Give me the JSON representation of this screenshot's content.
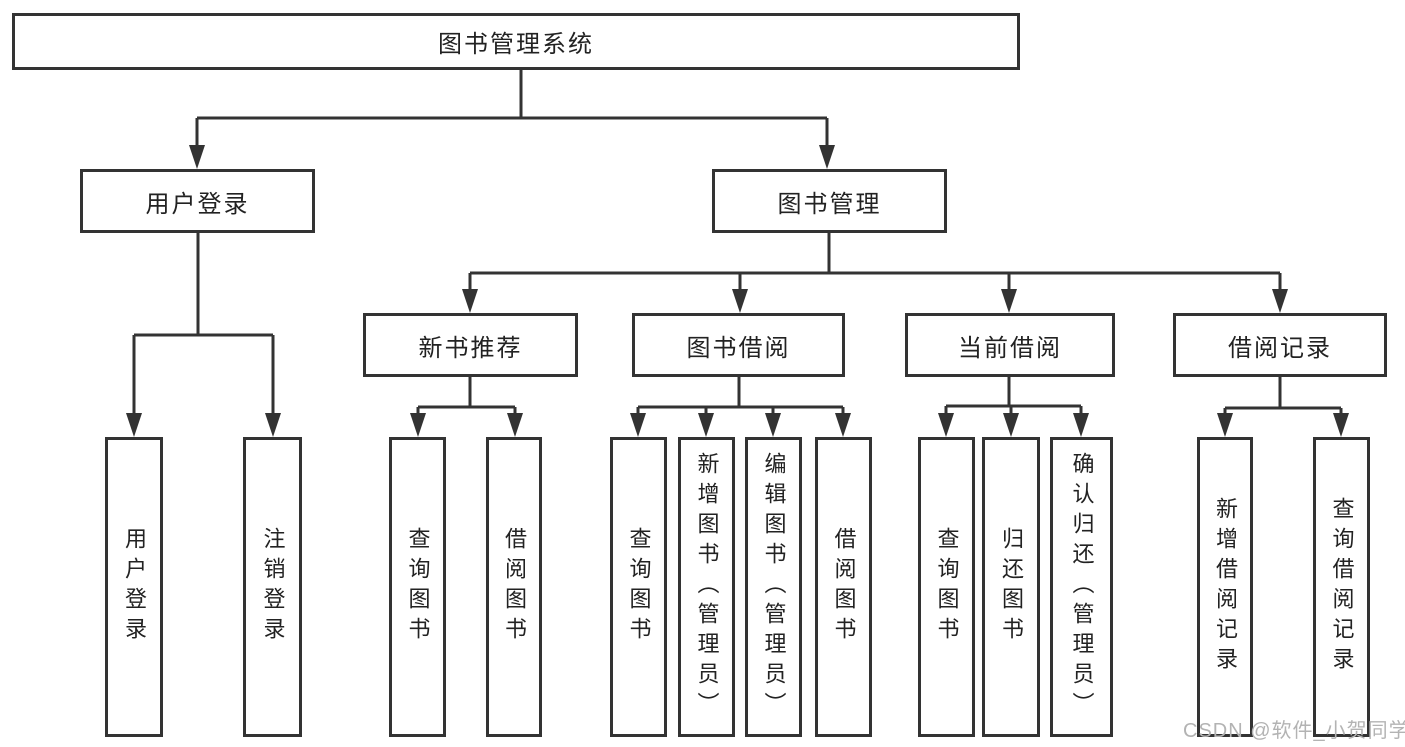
{
  "tree": {
    "root": "图书管理系统",
    "branches": [
      {
        "label": "用户登录",
        "children": [
          "用户登录",
          "注销登录"
        ]
      },
      {
        "label": "图书管理",
        "children": [
          {
            "label": "新书推荐",
            "children": [
              "查询图书",
              "借阅图书"
            ]
          },
          {
            "label": "图书借阅",
            "children": [
              "查询图书",
              "新增图书（管理员）",
              "编辑图书（管理员）",
              "借阅图书"
            ]
          },
          {
            "label": "当前借阅",
            "children": [
              "查询图书",
              "归还图书",
              "确认归还（管理员）"
            ]
          },
          {
            "label": "借阅记录",
            "children": [
              "新增借阅记录",
              "查询借阅记录"
            ]
          }
        ]
      }
    ]
  },
  "watermark": {
    "text": "CSDN @软件_小贺同学"
  },
  "colors": {
    "line": "#333333",
    "text": "#222222",
    "box_background": "#ffffff",
    "page_background": "#ffffff",
    "watermark": "#b3b3b3"
  }
}
